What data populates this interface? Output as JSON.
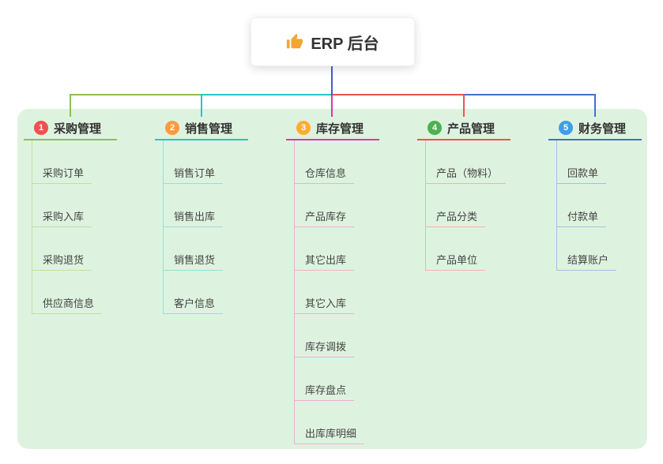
{
  "root": {
    "label": "ERP 后台",
    "icon": "thumbs-up-icon"
  },
  "panel": {
    "background": "#def3df"
  },
  "connector": {
    "stem_color": "#4a5ac8"
  },
  "branches": [
    {
      "badge": "1",
      "label": "采购管理",
      "color": "#8cc152",
      "light_color": "#c1df9b",
      "badge_color": "#f1504e",
      "children": [
        "采购订单",
        "采购入库",
        "采购退货",
        "供应商信息"
      ]
    },
    {
      "badge": "2",
      "label": "销售管理",
      "color": "#25c6c8",
      "light_color": "#93dedf",
      "badge_color": "#ff9a3c",
      "children": [
        "销售订单",
        "销售出库",
        "销售退货",
        "客户信息"
      ]
    },
    {
      "badge": "3",
      "label": "库存管理",
      "color": "#da3b9a",
      "light_color": "#efaed4",
      "badge_color": "#ffad32",
      "children": [
        "仓库信息",
        "产品库存",
        "其它出库",
        "其它入库",
        "库存调拨",
        "库存盘点",
        "出库库明细"
      ]
    },
    {
      "badge": "4",
      "label": "产品管理",
      "color": "#ee5250",
      "light_color": "#f5b0af",
      "badge_color": "#4db052",
      "children": [
        "产品（物料）",
        "产品分类",
        "产品单位"
      ]
    },
    {
      "badge": "5",
      "label": "财务管理",
      "color": "#4470c4",
      "light_color": "#a8bde4",
      "badge_color": "#3f9ceb",
      "children": [
        "回款单",
        "付款单",
        "结算账户"
      ]
    }
  ]
}
